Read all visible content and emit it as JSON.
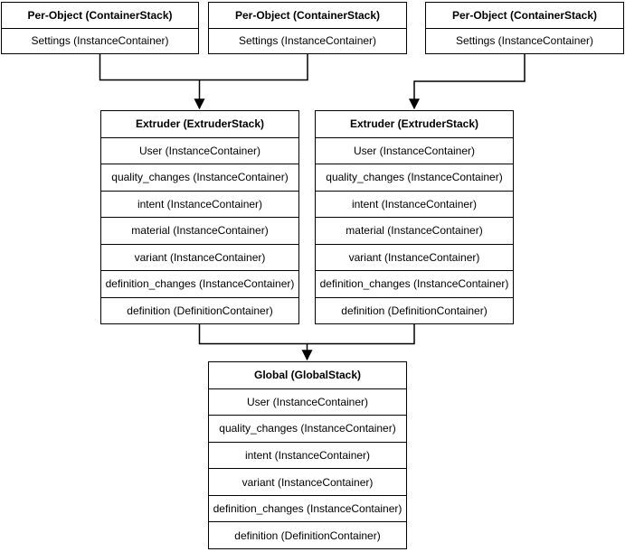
{
  "colors": {
    "border": "#000000",
    "fill": "#ffffff",
    "text": "#000000",
    "background": "#ffffff"
  },
  "stacks": [
    {
      "title": "Per-Object (ContainerStack)",
      "rows": [
        "Settings (InstanceContainer)"
      ]
    },
    {
      "title": "Per-Object (ContainerStack)",
      "rows": [
        "Settings (InstanceContainer)"
      ]
    },
    {
      "title": "Per-Object (ContainerStack)",
      "rows": [
        "Settings (InstanceContainer)"
      ]
    },
    {
      "title": "Extruder (ExtruderStack)",
      "rows": [
        "User (InstanceContainer)",
        "quality_changes (InstanceContainer)",
        "intent (InstanceContainer)",
        "material (InstanceContainer)",
        "variant (InstanceContainer)",
        "definition_changes (InstanceContainer)",
        "definition (DefinitionContainer)"
      ]
    },
    {
      "title": "Extruder (ExtruderStack)",
      "rows": [
        "User (InstanceContainer)",
        "quality_changes (InstanceContainer)",
        "intent (InstanceContainer)",
        "material (InstanceContainer)",
        "variant (InstanceContainer)",
        "definition_changes (InstanceContainer)",
        "definition (DefinitionContainer)"
      ]
    },
    {
      "title": "Global (GlobalStack)",
      "rows": [
        "User (InstanceContainer)",
        "quality_changes (InstanceContainer)",
        "intent (InstanceContainer)",
        "variant (InstanceContainer)",
        "definition_changes (InstanceContainer)",
        "definition (DefinitionContainer)"
      ]
    }
  ]
}
